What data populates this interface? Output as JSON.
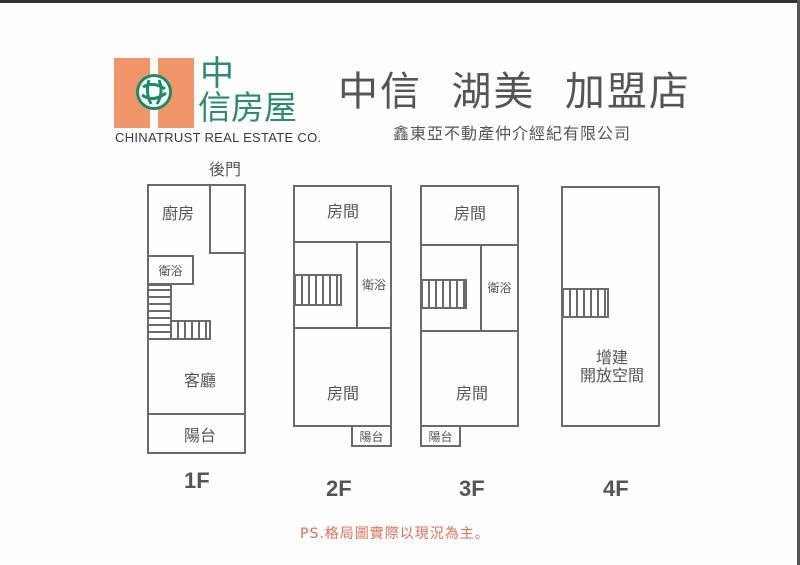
{
  "logo": {
    "brand_cn_line1": "中",
    "brand_cn_line2": "信房屋",
    "brand_en": "CHINATRUST REAL ESTATE CO.",
    "colors": {
      "orange": "#f0956a",
      "green": "#2e8b6f"
    }
  },
  "header": {
    "title": "中信  湖美  加盟店",
    "subtitle": "鑫東亞不動產仲介經紀有限公司"
  },
  "floors": [
    {
      "label": "1F",
      "rooms": {
        "kitchen": "廚房",
        "back_door": "後門",
        "bathroom": "衛浴",
        "living_room": "客廳",
        "balcony": "陽台"
      }
    },
    {
      "label": "2F",
      "rooms": {
        "room_top": "房間",
        "bathroom": "衛浴",
        "room_bottom": "房間",
        "balcony": "陽台"
      }
    },
    {
      "label": "3F",
      "rooms": {
        "room_top": "房間",
        "bathroom": "衛浴",
        "room_bottom": "房間",
        "balcony": "陽台"
      }
    },
    {
      "label": "4F",
      "rooms": {
        "open_space_line1": "增建",
        "open_space_line2": "開放空間"
      }
    }
  ],
  "footer": {
    "note": "PS.格局圖實際以現況為主。",
    "note_color": "#e0705a"
  }
}
